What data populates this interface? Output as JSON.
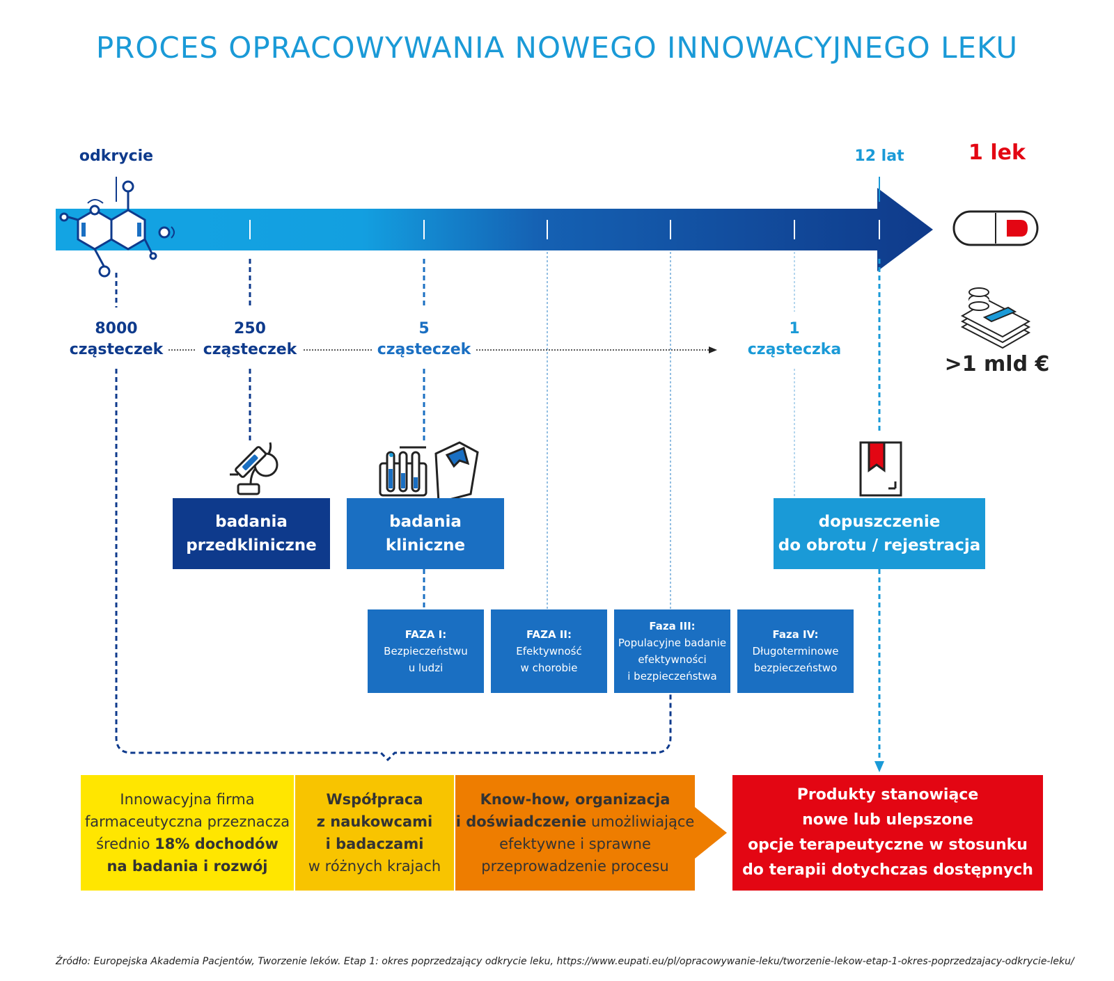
{
  "title": "PROCES OPRACOWYWANIA NOWEGO INNOWACYJNEGO LEKU",
  "timeline": {
    "start_label": "odkrycie",
    "end_label": "12 lat",
    "result_label": "1 lek",
    "cost_label": ">1 mld €"
  },
  "counts": [
    {
      "number": "8000",
      "unit": "cząsteczek"
    },
    {
      "number": "250",
      "unit": "cząsteczek"
    },
    {
      "number": "5",
      "unit": "cząsteczek"
    },
    {
      "number": "1",
      "unit": "cząsteczka"
    }
  ],
  "stages": {
    "preclinical": [
      "badania",
      "przedkliniczne"
    ],
    "clinical": [
      "badania",
      "kliniczne"
    ],
    "registration": [
      "dopuszczenie",
      "do obrotu / rejestracja"
    ]
  },
  "phases": [
    {
      "title": "FAZA I:",
      "lines": [
        "Bezpieczeństwu",
        "u ludzi"
      ]
    },
    {
      "title": "FAZA II:",
      "lines": [
        "Efektywność",
        "w chorobie"
      ]
    },
    {
      "title": "Faza III:",
      "lines": [
        "Populacyjne badanie",
        "efektywności",
        "i  bezpieczeństwa"
      ]
    },
    {
      "title": "Faza IV:",
      "lines": [
        "Długoterminowe",
        "bezpieczeństwo"
      ]
    }
  ],
  "bottom": {
    "box1": {
      "pre": "Innowacyjna firma",
      "pre2": "farmaceutyczna przeznacza",
      "pre3": "średnio ",
      "bold1": "18% dochodów",
      "bold2": "na badania i rozwój"
    },
    "box2": {
      "bold1": "Współpraca",
      "bold2": "z naukowcami",
      "bold3": "i badaczami",
      "post": "w różnych krajach"
    },
    "box3": {
      "bold1": "Know-how, organizacja",
      "bold2": "i doświadczenie",
      "post1": " umożliwiające",
      "post2": "efektywne i sprawne",
      "post3": "przeprowadzenie procesu"
    },
    "box4": [
      "Produkty stanowiące",
      "nowe lub ulepszone",
      "opcje terapeutyczne w stosunku",
      "do terapii dotychczas dostępnych"
    ]
  },
  "source": "Źródło: Europejska Akademia Pacjentów, Tworzenie leków. Etap 1: okres poprzedzający odkrycie leku, https://www.eupati.eu/pl/opracowywanie-leku/tworzenie-lekow-etap-1-okres-poprzedzajacy-odkrycie-leku/",
  "colors": {
    "dark_blue": "#0e3a8c",
    "mid_blue": "#1a6fc2",
    "light_blue": "#1a9ad7",
    "yellow": "#ffe600",
    "amber": "#f8c400",
    "orange": "#ee7d00",
    "red": "#e30613"
  },
  "icons": [
    "molecule-icon",
    "microscope-icon",
    "test-tubes-icon",
    "document-icon",
    "pill-icon",
    "money-icon"
  ]
}
